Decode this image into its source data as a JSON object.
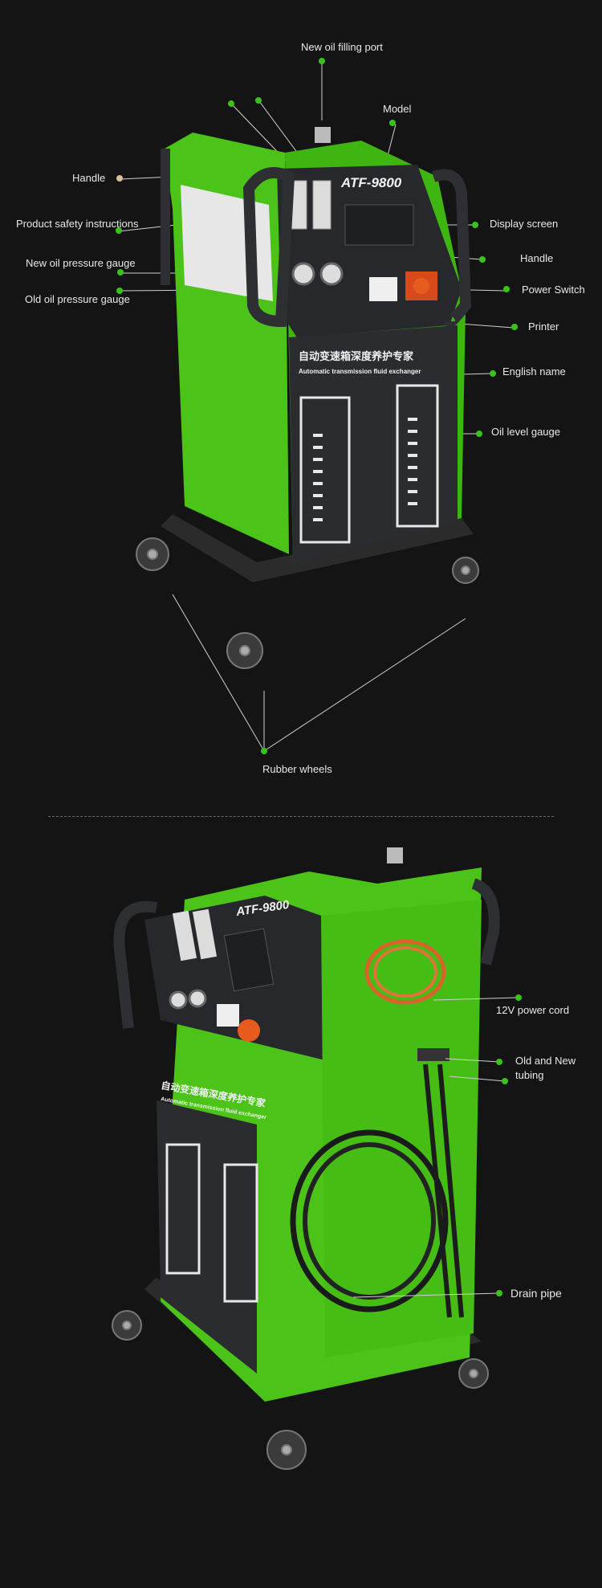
{
  "colors": {
    "background": "#141414",
    "machine_green": "#4cc319",
    "dot_green": "#39c21a",
    "dot_tan": "#d9c29a",
    "panel_dark": "#2a2c30"
  },
  "top": {
    "labels": {
      "new_oil_filling_port": "New oil filling port",
      "model": "Model",
      "handle_left": "Handle",
      "product_safety_instructions": "Product safety instructions",
      "display_screen": "Display screen",
      "handle_right": "Handle",
      "new_oil_pressure_gauge": "New oil pressure gauge",
      "power_switch": "Power Switch",
      "old_oil_pressure_gauge": "Old oil pressure gauge",
      "printer": "Printer",
      "english_name": "English name",
      "oil_level_gauge": "Oil level gauge",
      "rubber_wheels": "Rubber wheels"
    },
    "machine": {
      "model_text": "ATF-9800",
      "chinese_title": "自动变速箱深度养护专家",
      "english_title": "Automatic transmission fluid exchanger"
    }
  },
  "bottom": {
    "labels": {
      "power_cord": "12V power cord",
      "old_new_tubing_line1": "Old and New",
      "old_new_tubing_line2": "tubing",
      "drain_pipe": "Drain pipe"
    },
    "machine": {
      "model_text": "ATF-9800",
      "chinese_title": "自动变速箱深度养护专家",
      "english_title": "Automatic transmission fluid exchanger"
    }
  }
}
